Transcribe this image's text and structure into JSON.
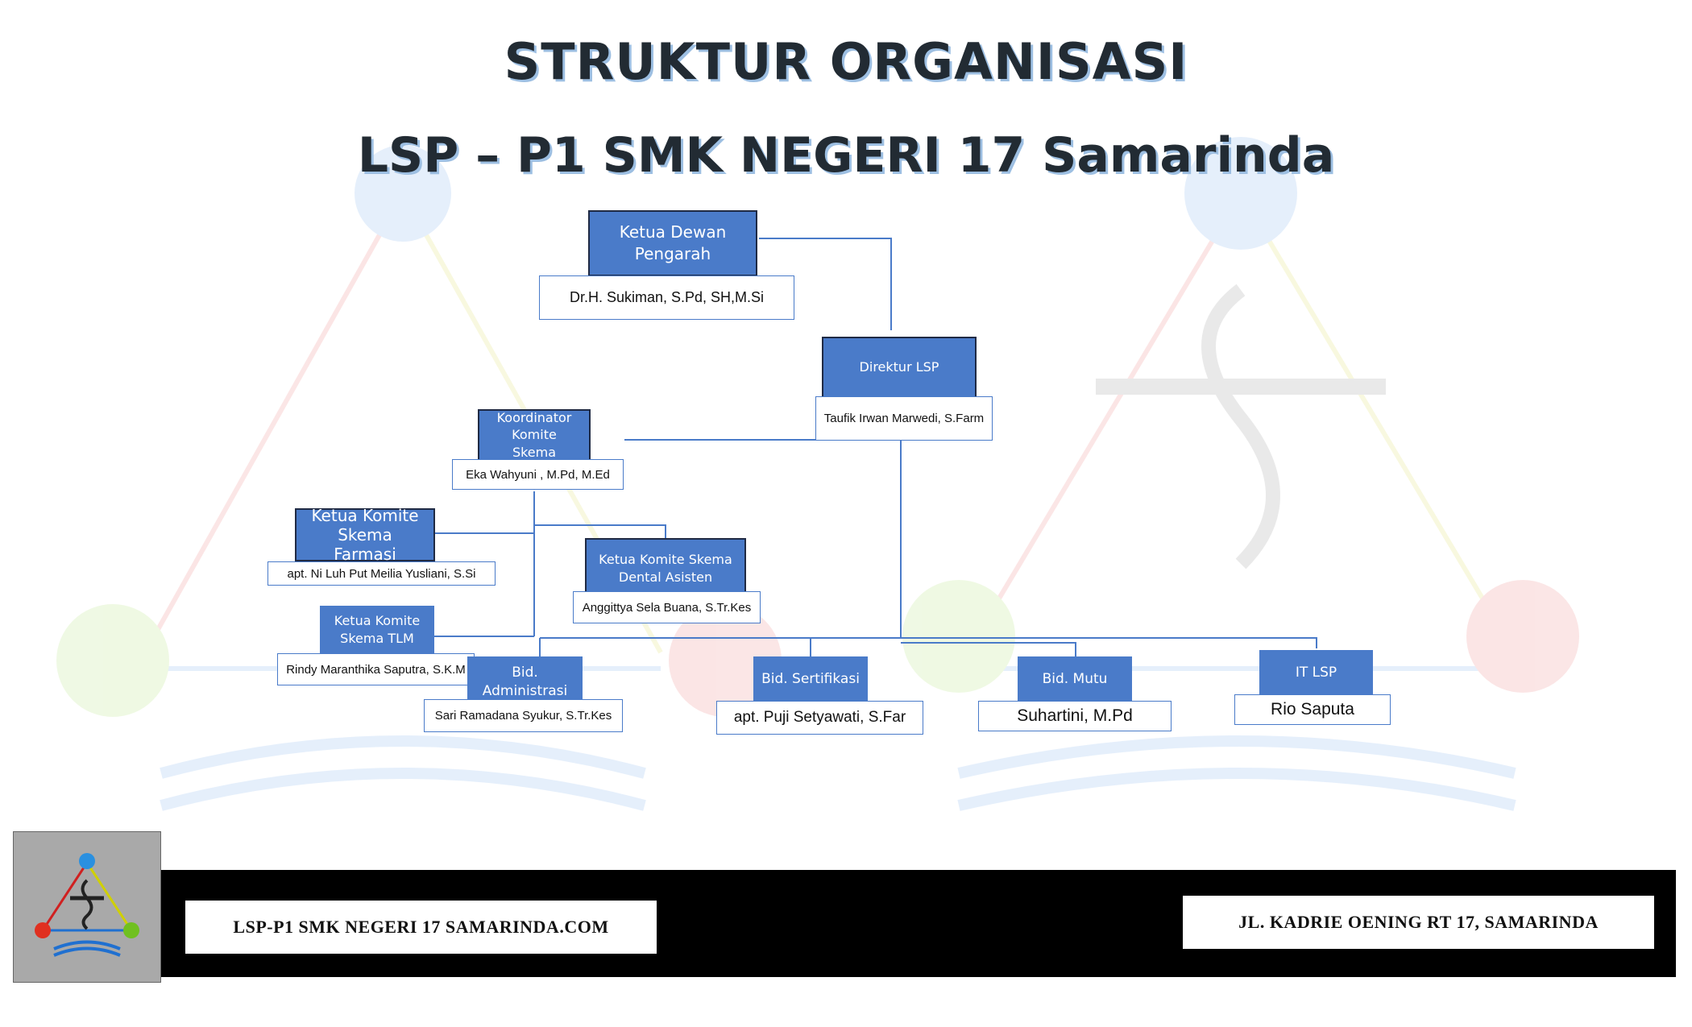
{
  "title_line1": "STRUKTUR ORGANISASI",
  "title_line2": "LSP – P1 SMK NEGERI 17 Samarinda",
  "nodes": {
    "ketua_dewan": {
      "role": "Ketua Dewan Pengarah",
      "name": "Dr.H. Sukiman, S.Pd, SH,M.Si"
    },
    "direktur": {
      "role": "Direktur LSP",
      "name": "Taufik Irwan Marwedi, S.Farm"
    },
    "koordinator": {
      "role": "Koordinator Komite Skema",
      "name": "Eka Wahyuni , M.Pd, M.Ed"
    },
    "farmasi": {
      "role": "Ketua Komite Skema Farmasi",
      "name": "apt. Ni Luh Put Meilia Yusliani, S.Si"
    },
    "dental": {
      "role": "Ketua Komite Skema Dental Asisten",
      "name": "Anggittya Sela Buana, S.Tr.Kes"
    },
    "tlm": {
      "role": "Ketua Komite Skema TLM",
      "name": "Rindy Maranthika Saputra, S.K.M"
    },
    "administrasi": {
      "role": "Bid. Administrasi",
      "name": "Sari Ramadana Syukur, S.Tr.Kes"
    },
    "sertifikasi": {
      "role": "Bid. Sertifikasi",
      "name": "apt. Puji Setyawati, S.Far"
    },
    "mutu": {
      "role": "Bid. Mutu",
      "name": "Suhartini, M.Pd"
    },
    "it": {
      "role": "IT LSP",
      "name": "Rio Saputa"
    }
  },
  "footer": {
    "left": "LSP-P1 SMK NEGERI 17 SAMARINDA.COM",
    "right": "JL. KADRIE OENING RT 17, SAMARINDA"
  },
  "colors": {
    "role_fill": "#4a7bc9",
    "footer_bar": "#000000",
    "title_shadow": "#9dbfe2"
  }
}
